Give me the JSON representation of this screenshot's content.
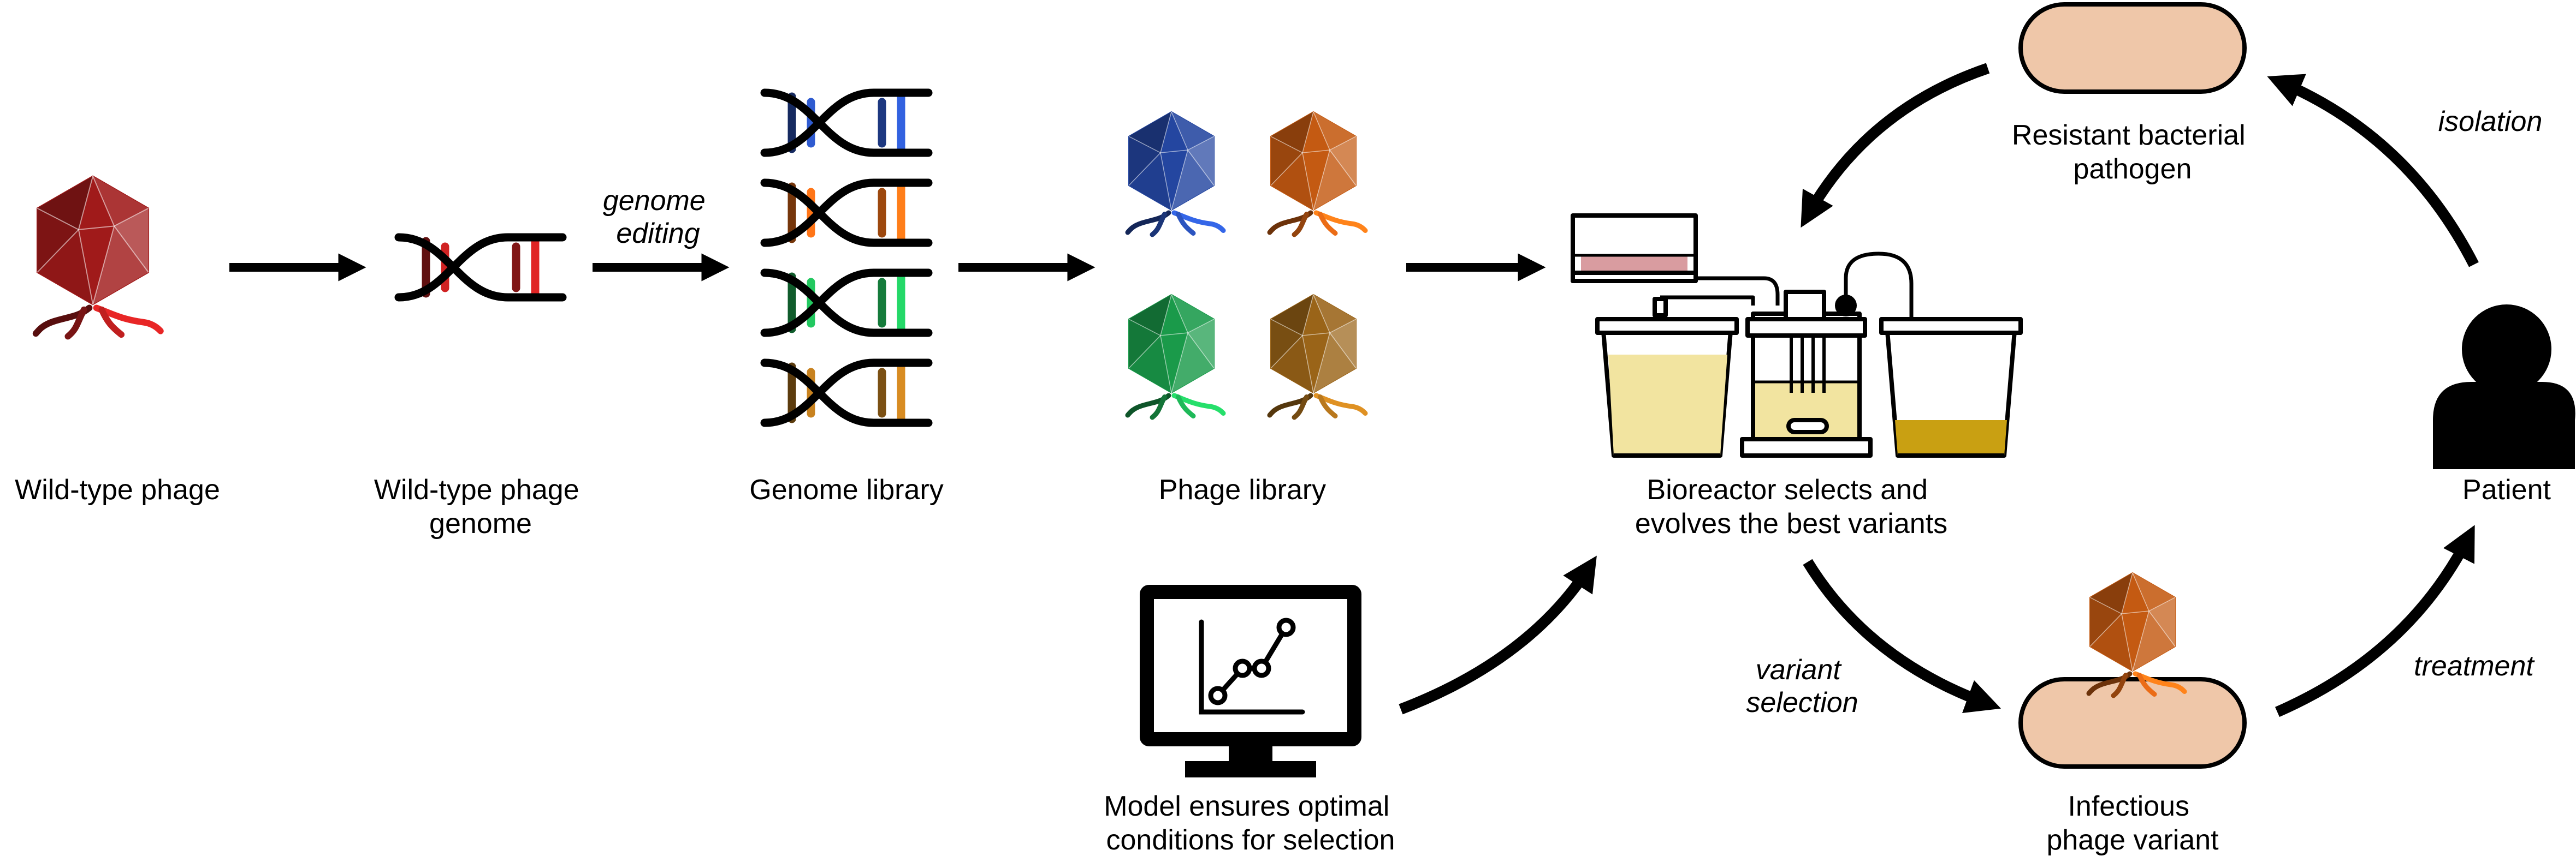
{
  "labels": {
    "wild_type_phage": [
      "Wild-type phage"
    ],
    "wild_type_genome": [
      "Wild-type phage",
      "genome"
    ],
    "genome_library": [
      "Genome library"
    ],
    "phage_library": [
      "Phage library"
    ],
    "bioreactor": [
      "Bioreactor selects and",
      "evolves the best variants"
    ],
    "model": [
      "Model ensures optimal",
      "conditions for selection"
    ],
    "resistant_pathogen": [
      "Resistant bacterial",
      "pathogen"
    ],
    "patient": [
      "Patient"
    ],
    "infectious_variant": [
      "Infectious",
      "phage variant"
    ]
  },
  "edge_labels": {
    "genome_editing": [
      "genome",
      "editing"
    ],
    "variant_selection": [
      "variant",
      "selection"
    ],
    "isolation": [
      "isolation"
    ],
    "treatment": [
      "treatment"
    ]
  },
  "colors": {
    "red": "#a01a1a",
    "blue": "#2446a0",
    "orange": "#c45a12",
    "green": "#1a9a4a",
    "gold": "#9a6418",
    "bacterium": "#efc7a9",
    "medium": "#f2e4a0",
    "medium_dark": "#c9a012",
    "reservoir": "#d99ca0"
  }
}
